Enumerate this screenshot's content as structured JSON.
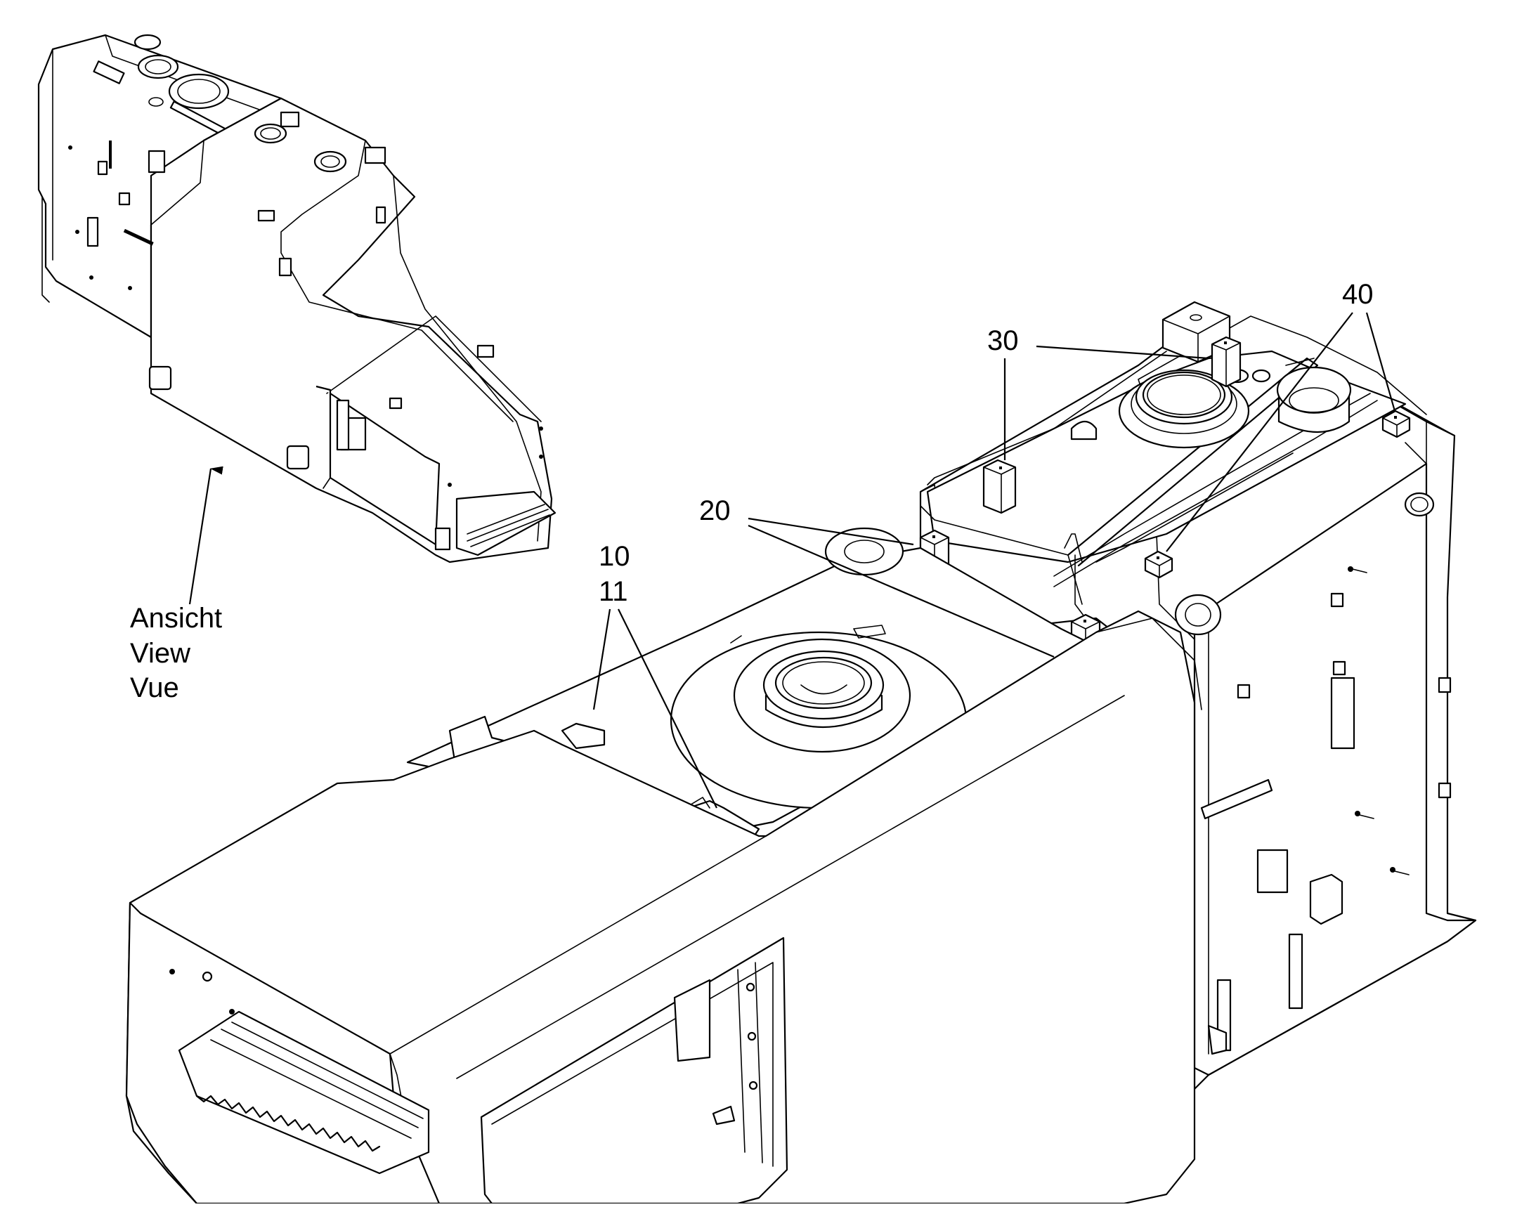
{
  "figure": {
    "view_label": [
      "Ansicht",
      "View",
      "Vue"
    ],
    "callouts": [
      {
        "id": "10",
        "text": "10"
      },
      {
        "id": "11",
        "text": "11"
      },
      {
        "id": "20",
        "text": "20"
      },
      {
        "id": "30",
        "text": "30"
      },
      {
        "id": "40",
        "text": "40"
      }
    ]
  }
}
